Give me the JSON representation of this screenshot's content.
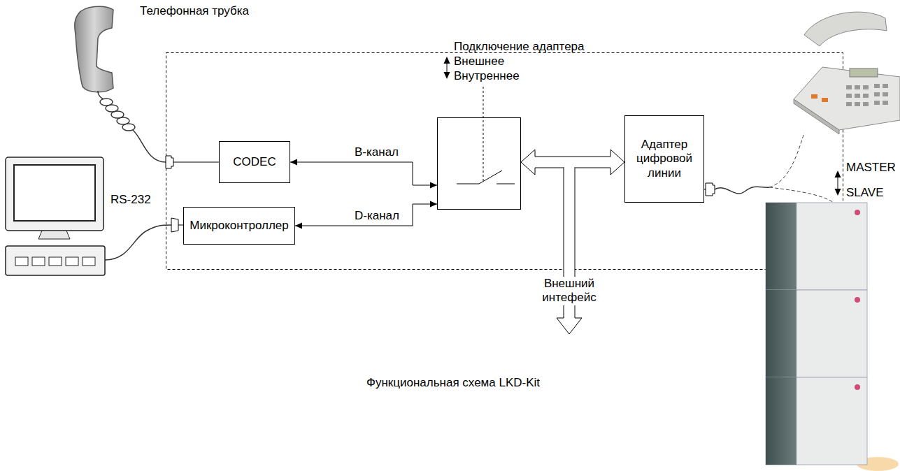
{
  "diagram": {
    "caption": "Функциональная схема LKD-Kit",
    "nodes": [
      {
        "text": [
          "CODEC"
        ]
      },
      {
        "text": [
          "Микроконтроллер"
        ]
      },
      {
        "text": [
          "Подключение адаптера",
          "Внешнее",
          "Внутреннее"
        ]
      },
      {
        "text": [
          "Адаптер цифровой линии"
        ]
      }
    ],
    "edges": [
      {
        "from": 0,
        "to": 2,
        "label": "B-канал",
        "arrow": "both"
      },
      {
        "from": 1,
        "to": 2,
        "label": "D-канал",
        "arrow": "both"
      },
      {
        "from": 2,
        "to": 3,
        "arrow": "both"
      }
    ],
    "labels": [
      "Телефонная трубка",
      "RS-232",
      "Внешний интефейс",
      "MASTER",
      "SLAVE"
    ]
  }
}
